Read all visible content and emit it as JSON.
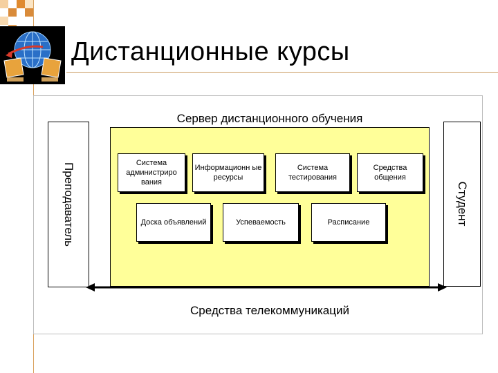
{
  "slide": {
    "title": "Дистанционные курсы"
  },
  "diagram": {
    "server_title": "Сервер дистанционного обучения",
    "left_label": "Преподаватель",
    "right_label": "Студент",
    "modules": [
      {
        "label": "Система администриро вания"
      },
      {
        "label": "Информационн ые ресурсы"
      },
      {
        "label": "Система тестирования"
      },
      {
        "label": "Средства общения"
      },
      {
        "label": "Доска объявлений"
      },
      {
        "label": "Успеваемость"
      },
      {
        "label": "Расписание"
      }
    ],
    "telecom_label": "Средства телекоммуникаций"
  },
  "colors": {
    "server_fill": "#ffff99",
    "accent_red": "#c0392b",
    "accent_orange": "#e8a33c",
    "rule": "#c99a5e"
  },
  "icons": {
    "logo": "computers-globe-icon"
  }
}
